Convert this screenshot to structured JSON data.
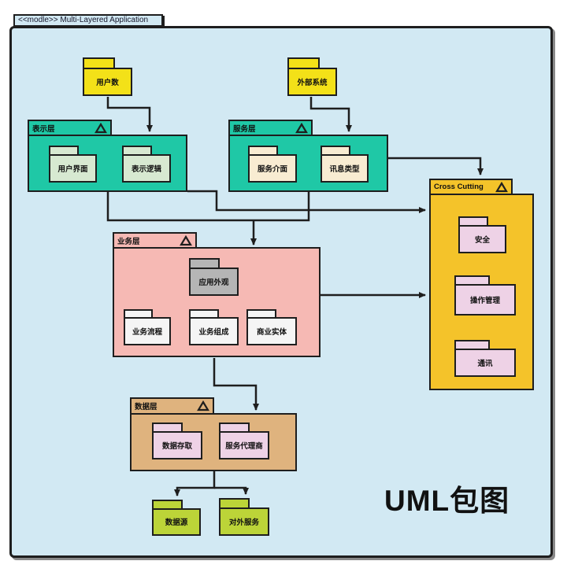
{
  "frame": {
    "tab_label": "<<modle>> Multi-Layered Application"
  },
  "caption": "UML包图",
  "palette": {
    "canvas_bg": "#d2e9f3",
    "outline": "#1e1e1e",
    "client_yellow": "#f3e118",
    "layer_teal": "#1fc8a6",
    "inner_pale_green": "#d7e9d1",
    "inner_cream": "#f8ecd2",
    "business_pink": "#f6b9b4",
    "facade_gray": "#b5b5b5",
    "inner_white": "#f5f5f5",
    "crosscutting_amber": "#f4c32a",
    "inner_light_pink": "#eed2e6",
    "data_tan": "#dfb37e",
    "bottom_green": "#bcd438"
  },
  "packages": {
    "users": "用户数",
    "external_system": "外部系统",
    "presentation_layer": "表示层",
    "user_interface": "用户界面",
    "presentation_logic": "表示逻辑",
    "service_layer": "服务层",
    "service_interface": "服务介面",
    "message_type": "讯息类型",
    "cross_cutting": "Cross Cutting",
    "security": "安全",
    "operations_management": "操作管理",
    "communication": "通讯",
    "business_layer": "业务层",
    "application_facade": "应用外观",
    "business_process": "业务流程",
    "business_component": "业务组成",
    "business_entity": "商业实体",
    "data_layer": "数据层",
    "data_access": "数据存取",
    "service_agent": "服务代理商",
    "data_source": "数据源",
    "external_service": "对外服务"
  }
}
